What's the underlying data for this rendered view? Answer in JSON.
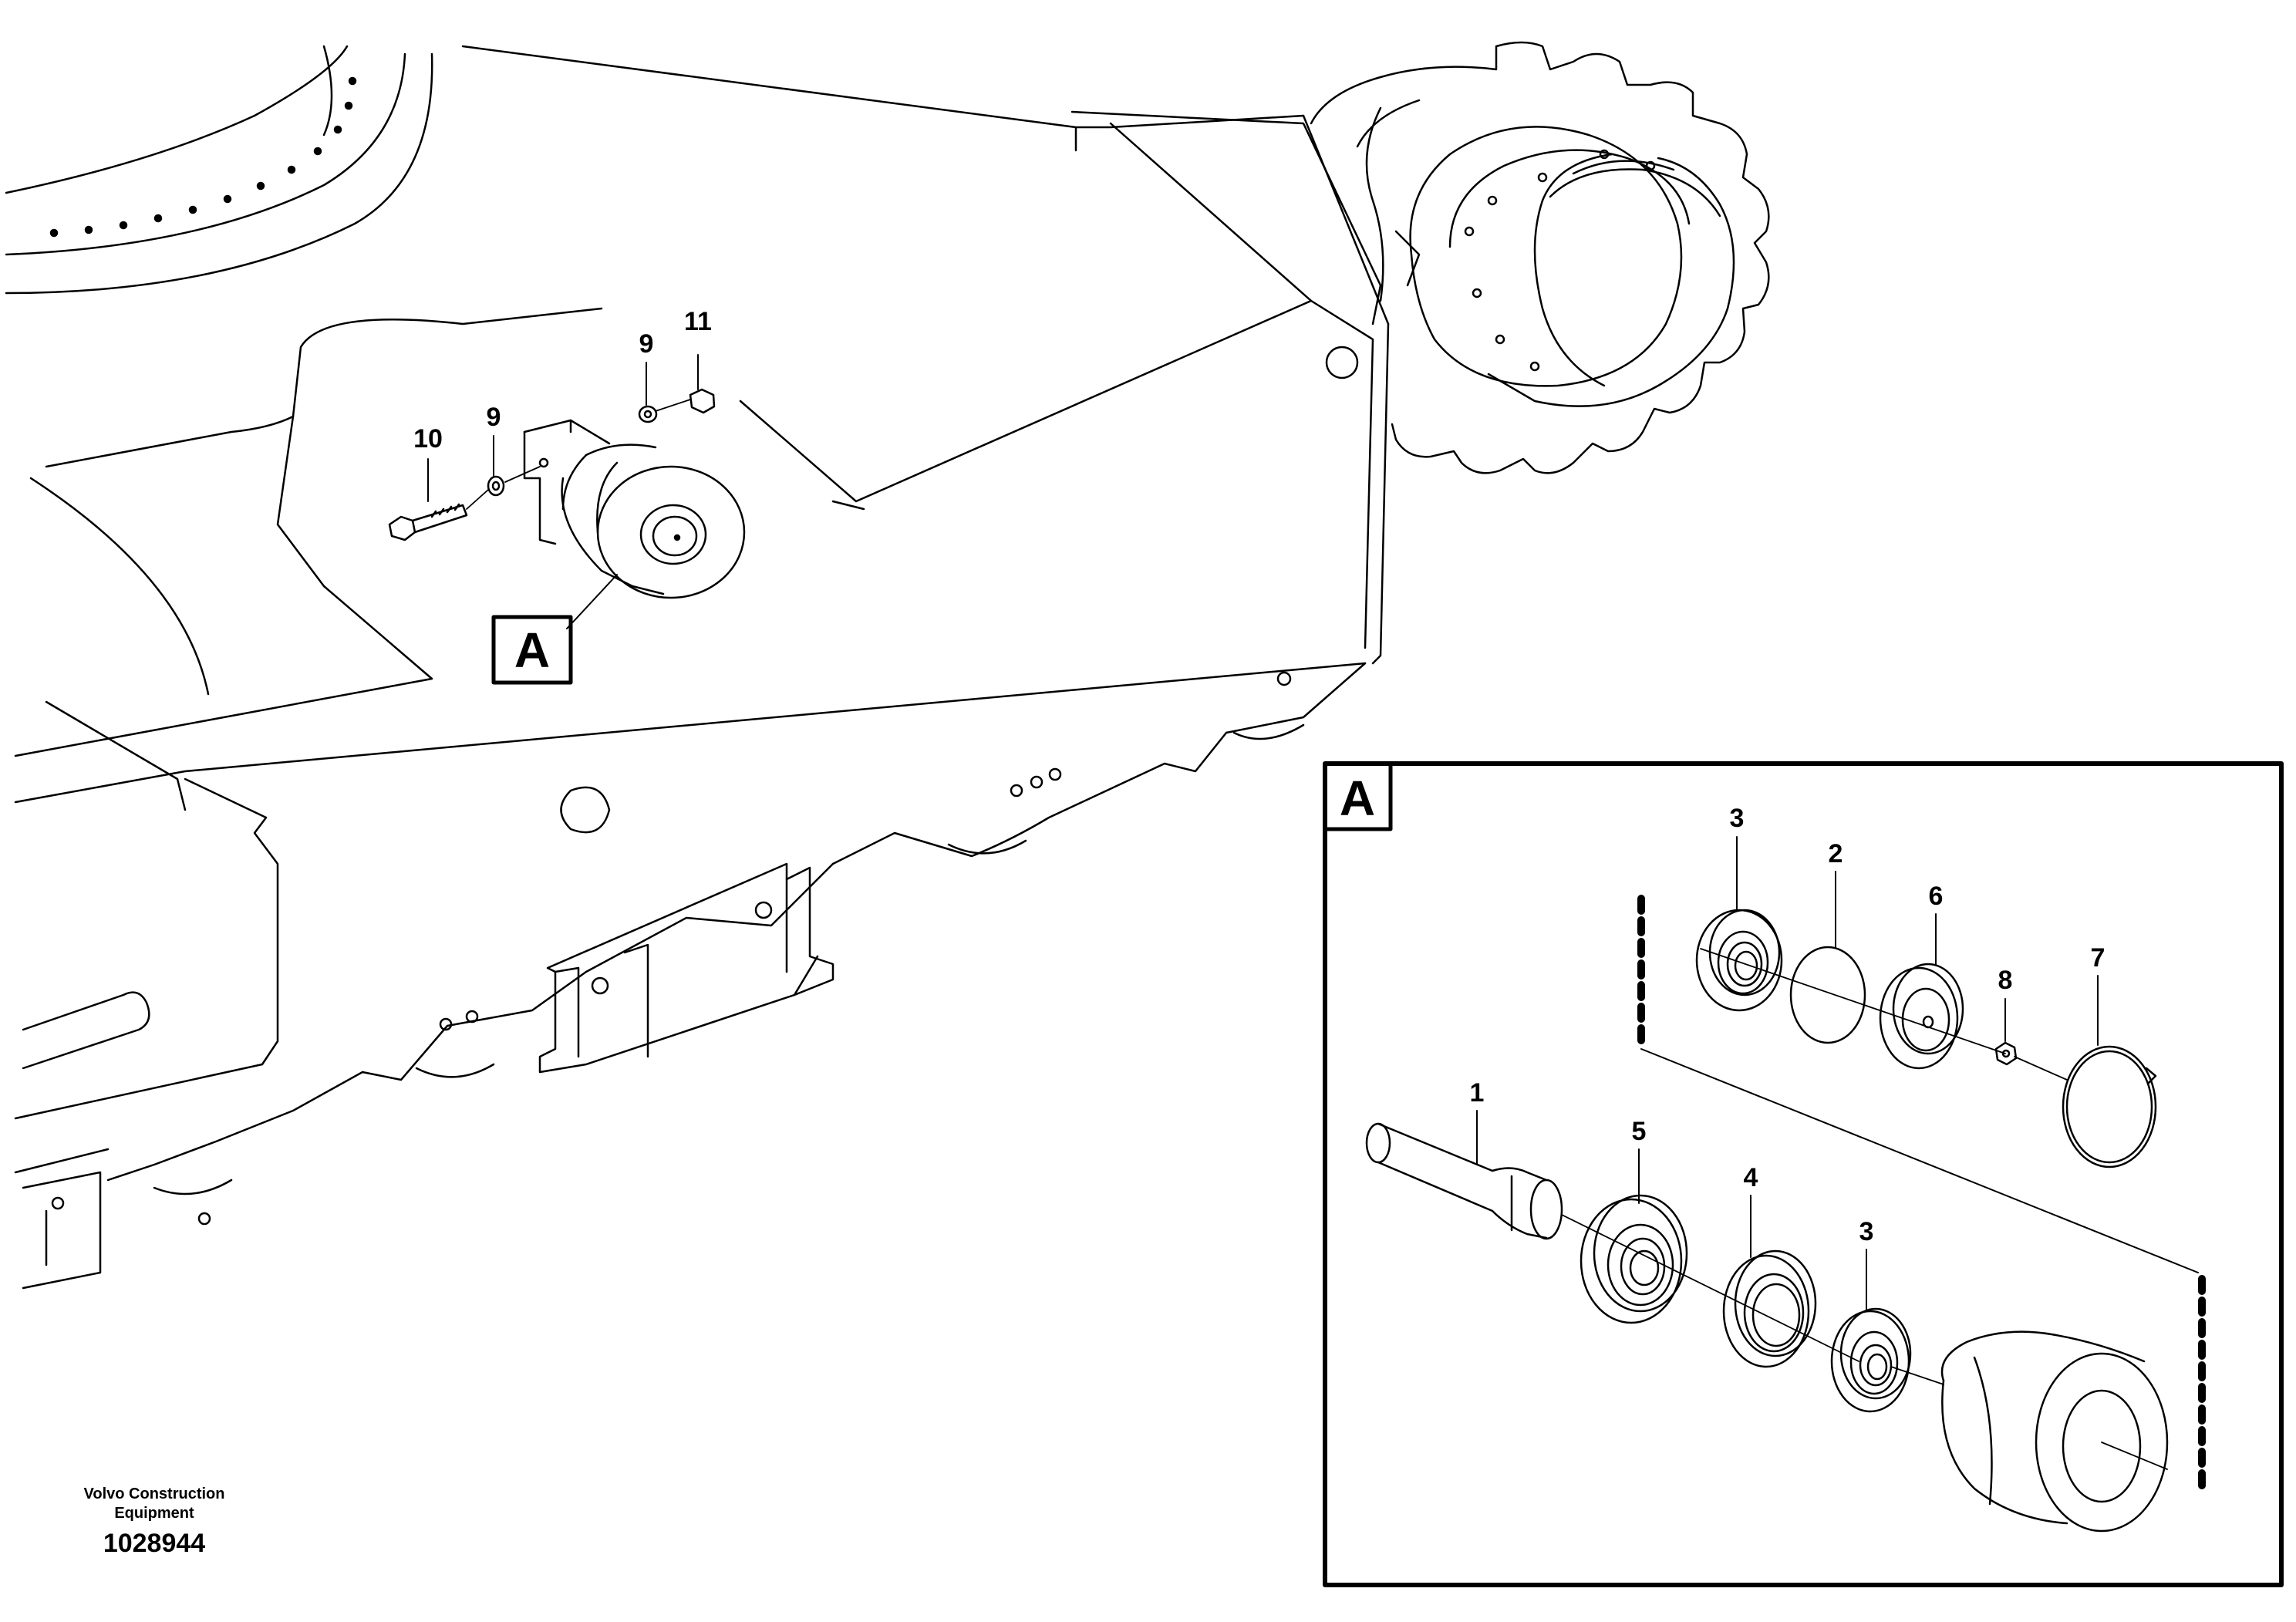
{
  "callouts": {
    "c1": "1",
    "c2": "2",
    "c3a": "3",
    "c3b": "3",
    "c4": "4",
    "c5": "5",
    "c6": "6",
    "c7": "7",
    "c8": "8",
    "c9a": "9",
    "c9b": "9",
    "c10": "10",
    "c11": "11"
  },
  "detail_marker": "A",
  "detail_title": "A",
  "footer": {
    "company_line1": "Volvo Construction",
    "company_line2": "Equipment",
    "drawing_number": "1028944"
  },
  "colors": {
    "line": "#000000",
    "background": "#ffffff"
  }
}
